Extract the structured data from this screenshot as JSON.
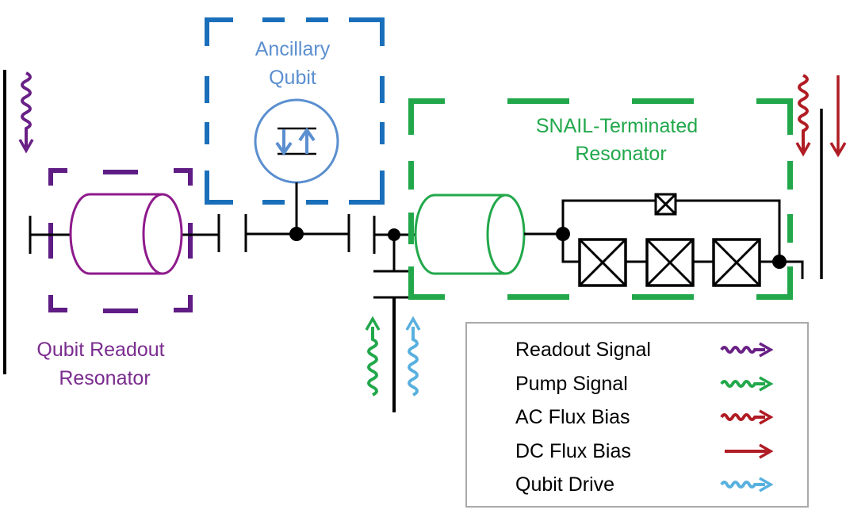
{
  "colors": {
    "wire": "#000000",
    "readout": "#6a2186",
    "readout_resonator": "#8e1a8c",
    "ancilla_box": "#1a6fba",
    "ancilla": "#5b8fcf",
    "snail": "#22a84b",
    "ac_flux": "#b01c24",
    "dc_flux": "#b01c24",
    "qubit_drive": "#58b0df",
    "legend_border": "#aaaaaa"
  },
  "labels": {
    "ancillary_qubit_line1": "Ancillary",
    "ancillary_qubit_line2": "Qubit",
    "snail_line1": "SNAIL-Terminated",
    "snail_line2": "Resonator",
    "readout_line1": "Qubit Readout",
    "readout_line2": "Resonator"
  },
  "legend": {
    "items": [
      {
        "label": "Readout Signal",
        "type": "wavy",
        "color": "#6a2186"
      },
      {
        "label": "Pump Signal",
        "type": "wavy",
        "color": "#22a84b"
      },
      {
        "label": "AC Flux Bias",
        "type": "wavy",
        "color": "#b01c24"
      },
      {
        "label": "DC Flux Bias",
        "type": "straight",
        "color": "#b01c24"
      },
      {
        "label": "Qubit Drive",
        "type": "wavy",
        "color": "#58b0df"
      }
    ]
  }
}
